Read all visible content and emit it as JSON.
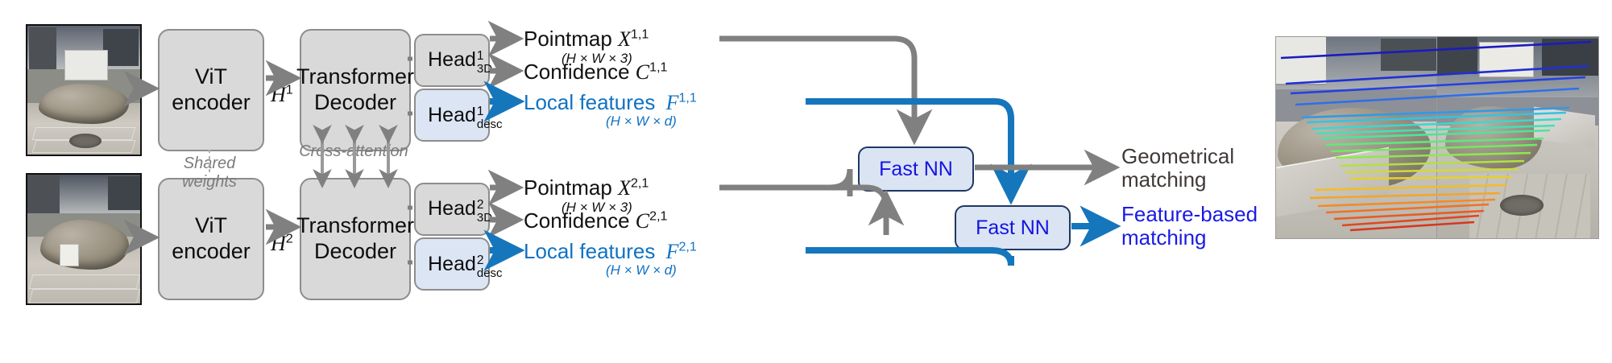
{
  "figure": {
    "type": "architecture-diagram",
    "title_visible": false
  },
  "inputs": {
    "image1": {
      "name": "input-image-1",
      "scene": "street scene with large rock and white object"
    },
    "image2": {
      "name": "input-image-2",
      "scene": "street scene with large rock, second viewpoint"
    }
  },
  "encoders": [
    {
      "label": "ViT\nencoder",
      "line1": "ViT",
      "line2": "encoder",
      "branch": 1
    },
    {
      "label": "ViT\nencoder",
      "line1": "ViT",
      "line2": "encoder",
      "branch": 2
    }
  ],
  "decoders": [
    {
      "line1": "Transformer",
      "line2": "Decoder",
      "branch": 1
    },
    {
      "line1": "Transformer",
      "line2": "Decoder",
      "branch": 2
    }
  ],
  "annotations": {
    "shared_weights_line1": "Shared",
    "shared_weights_line2": "weights",
    "cross_attention": "Cross-attention"
  },
  "tokens": {
    "h1": "H",
    "h1_sup": "1",
    "h2": "H",
    "h2_sup": "2"
  },
  "heads": [
    {
      "name": "head-3d-1",
      "base": "Head",
      "sup": "1",
      "sub": "3D",
      "branch": 1,
      "style": "grey"
    },
    {
      "name": "head-desc-1",
      "base": "Head",
      "sup": "1",
      "sub": "desc",
      "branch": 1,
      "style": "blue"
    },
    {
      "name": "head-3d-2",
      "base": "Head",
      "sup": "2",
      "sub": "3D",
      "branch": 2,
      "style": "grey"
    },
    {
      "name": "head-desc-2",
      "base": "Head",
      "sup": "2",
      "sub": "desc",
      "branch": 2,
      "style": "blue"
    }
  ],
  "outputs": {
    "branch1": {
      "pointmap_label": "Pointmap",
      "pointmap_var": "X",
      "pointmap_sup": "1,1",
      "pointmap_shape": "(H × W × 3)",
      "confidence_label": "Confidence",
      "confidence_var": "C",
      "confidence_sup": "1,1",
      "features_label": "Local features",
      "features_var": "F",
      "features_sup": "1,1",
      "features_shape": "(H × W × d)"
    },
    "branch2": {
      "pointmap_label": "Pointmap",
      "pointmap_var": "X",
      "pointmap_sup": "2,1",
      "pointmap_shape": "(H × W × 3)",
      "confidence_label": "Confidence",
      "confidence_var": "C",
      "confidence_sup": "2,1",
      "features_label": "Local features",
      "features_var": "F",
      "features_sup": "2,1",
      "features_shape": "(H × W × d)"
    }
  },
  "matchers": [
    {
      "name": "fast-nn-geometric",
      "label": "Fast NN"
    },
    {
      "name": "fast-nn-feature",
      "label": "Fast NN"
    }
  ],
  "results": {
    "geometrical_line1": "Geometrical",
    "geometrical_line2": "matching",
    "feature_line1": "Feature-based",
    "feature_line2": "matching"
  },
  "result_panel": {
    "left_image": "result-image-left",
    "right_image": "result-image-right",
    "correspondence_line_count": 22
  },
  "colors": {
    "grey_box_fill": "#d9d9d9",
    "grey_box_border": "#8d8d8d",
    "blue_box_fill": "#dce5f4",
    "nn_box_fill": "#dbe4f3",
    "nn_box_border": "#1f3864",
    "blue_arrow": "#1576bc",
    "grey_arrow": "#808080",
    "blue_text": "#0f72c4",
    "feature_text": "#1a1ae6",
    "geometrical_text": "#3f3a37",
    "nn_text": "#1414e0",
    "shared_weights_text": "#7b7b7b"
  }
}
